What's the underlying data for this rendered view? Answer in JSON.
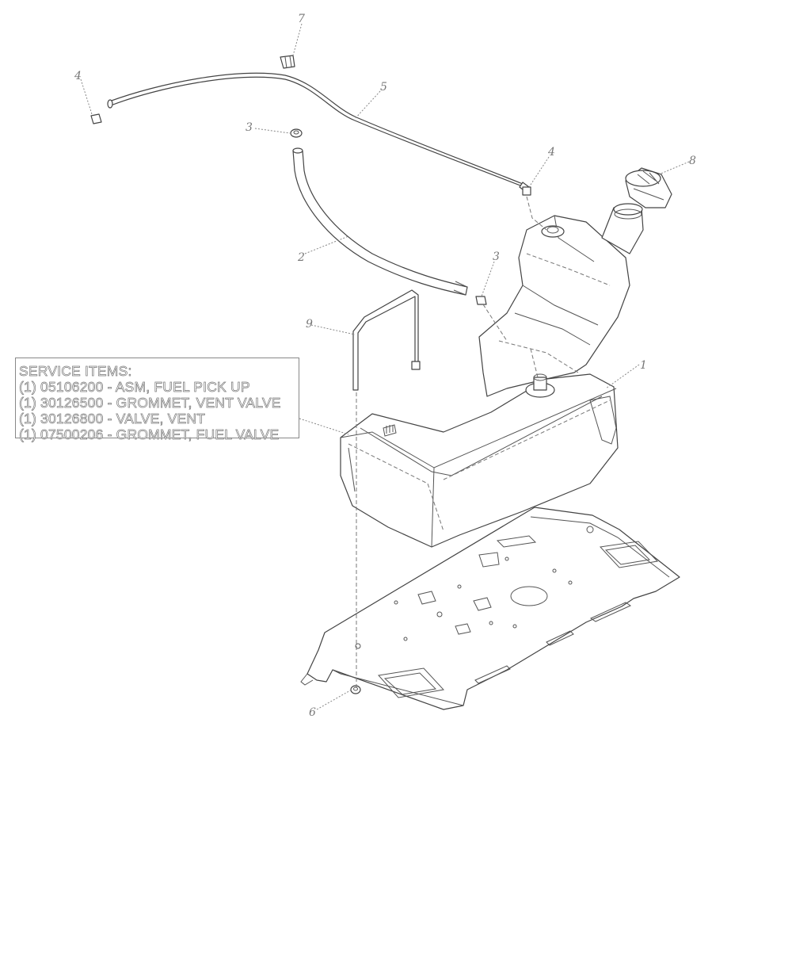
{
  "service_items": {
    "title": "SERVICE ITEMS:",
    "lines": [
      "(1) 05106200 - ASM, FUEL PICK UP",
      "(1) 30126500 - GROMMET, VENT VALVE",
      "(1) 30126800 - VALVE, VENT",
      "(1) 07500206 - GROMMET, FUEL VALVE"
    ]
  },
  "callouts": [
    "7",
    "4",
    "5",
    "3",
    "4",
    "8",
    "2",
    "3",
    "9",
    "1",
    "6"
  ],
  "colors": {
    "line": "#444444",
    "label": "#777777",
    "background": "#ffffff"
  }
}
